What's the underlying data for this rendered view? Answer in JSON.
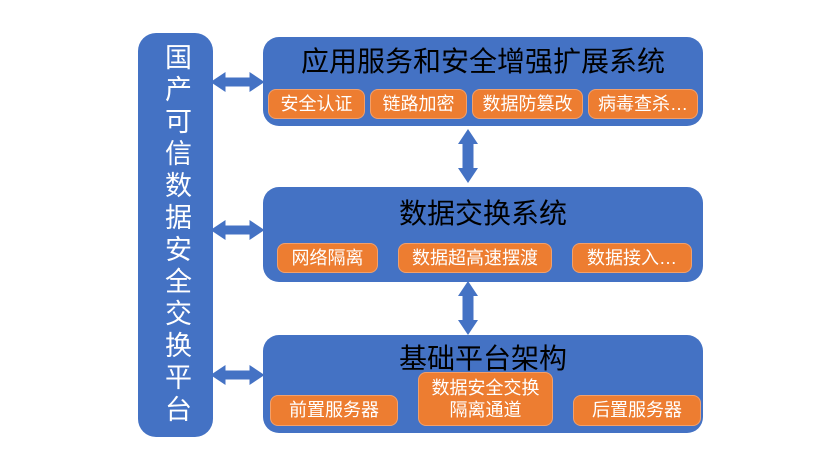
{
  "colors": {
    "layer_box_blue": "#4472C4",
    "chip_orange": "#ED7D31",
    "arrow_blue": "#4472C4",
    "layer_title_text": "#000000",
    "chip_text": "#FFFFFF",
    "platform_text": "#FFFFFF",
    "background": "#FFFFFF"
  },
  "platform": {
    "label": "国产可信数据安全交换平台"
  },
  "layers": [
    {
      "title": "应用服务和安全增强扩展系统",
      "chips": [
        {
          "label": "安全认证"
        },
        {
          "label": "链路加密"
        },
        {
          "label": "数据防篡改"
        },
        {
          "label": "病毒查杀…"
        }
      ]
    },
    {
      "title": "数据交换系统",
      "chips": [
        {
          "label": "网络隔离"
        },
        {
          "label": "数据超高速摆渡"
        },
        {
          "label": "数据接入…"
        }
      ]
    },
    {
      "title": "基础平台架构",
      "chips": [
        {
          "label": "前置服务器"
        },
        {
          "label": "数据安全交换\n隔离通道"
        },
        {
          "label": "后置服务器"
        }
      ]
    }
  ],
  "icons": {
    "horizontal_double_arrow": "↔",
    "vertical_double_arrow": "↕"
  }
}
